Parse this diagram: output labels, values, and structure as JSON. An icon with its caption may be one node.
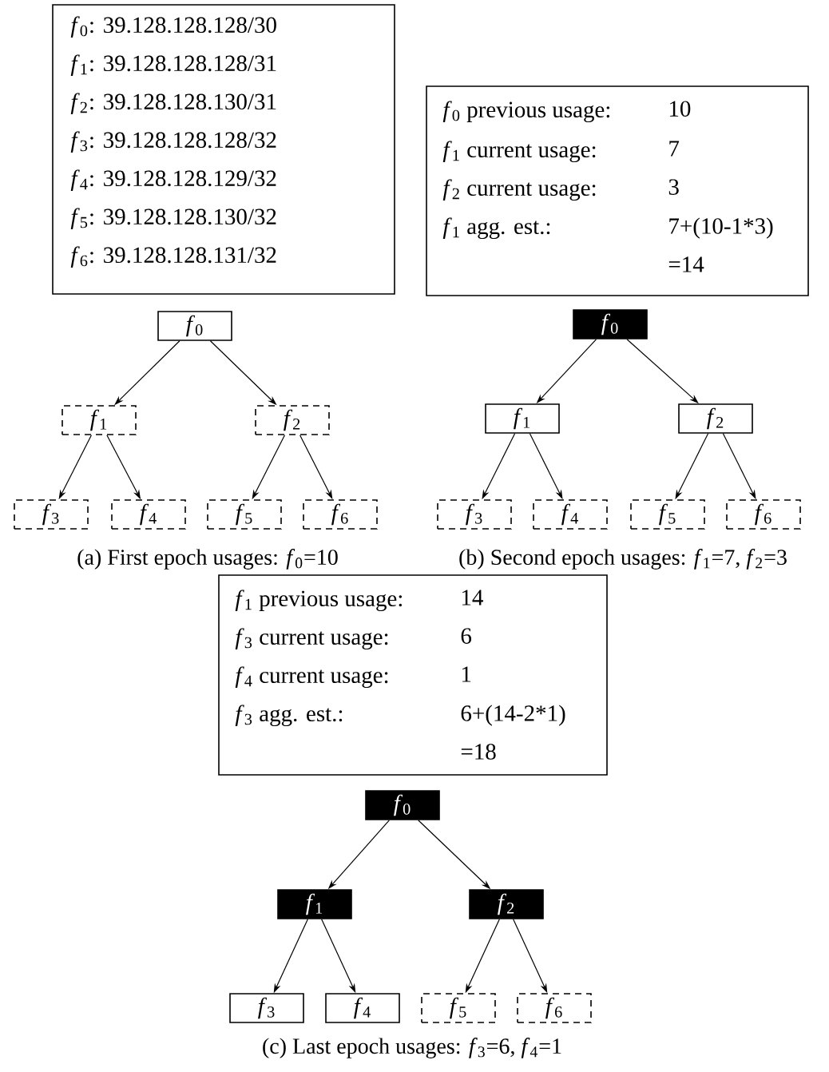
{
  "diagram": {
    "nodes": [
      {
        "text": [
          "*f*$_{0}$: 39.128.128.128/30",
          "*f*$_{1}$: 39.128.128.128/31",
          "*f*$_{2}$: 39.128.128.130/31",
          "*f*$_{3}$: 39.128.128.128/32",
          "*f*$_{4}$: 39.128.128.129/32",
          "*f*$_{5}$: 39.128.128.130/32",
          "*f*$_{6}$: 39.128.128.131/32"
        ]
      },
      {
        "text": [
          "*f*$_{0}$"
        ]
      },
      {
        "text": [
          "*f*$_{1}$"
        ]
      },
      {
        "text": [
          "*f*$_{2}$"
        ]
      },
      {
        "text": [
          "*f*$_{3}$"
        ]
      },
      {
        "text": [
          "*f*$_{4}$"
        ]
      },
      {
        "text": [
          "*f*$_{5}$"
        ]
      },
      {
        "text": [
          "*f*$_{6}$"
        ]
      },
      {
        "text": [
          "*f*$_{0}$ previous usage:",
          "10",
          "*f*$_{1}$ current usage:",
          "7",
          "*f*$_{2}$ current usage:",
          "3",
          "*f*$_{1}$ agg. est.:",
          "7+(10-1*3) =14"
        ]
      },
      {
        "text": [
          "*f*$_{0}$"
        ]
      },
      {
        "text": [
          "*f*$_{1}$"
        ]
      },
      {
        "text": [
          "*f*$_{2}$"
        ]
      },
      {
        "text": [
          "*f*$_{3}$"
        ]
      },
      {
        "text": [
          "*f*$_{4}$"
        ]
      },
      {
        "text": [
          "*f*$_{5}$"
        ]
      },
      {
        "text": [
          "*f*$_{6}$"
        ]
      },
      {
        "text": [
          "*f*$_{1}$ previous usage:",
          "14",
          "*f*$_{3}$ current usage:",
          "6",
          "*f*$_{4}$ current usage:",
          "1",
          "*f*$_{3}$ agg. est.:",
          "6+(14-2*1) =18"
        ]
      },
      {
        "text": [
          "*f*$_{0}$"
        ]
      },
      {
        "text": [
          "*f*$_{1}$"
        ]
      },
      {
        "text": [
          "*f*$_{2}$"
        ]
      },
      {
        "text": [
          "*f*$_{3}$"
        ]
      },
      {
        "text": [
          "*f*$_{4}$"
        ]
      },
      {
        "text": [
          "*f*$_{5}$"
        ]
      },
      {
        "text": [
          "*f*$_{6}$"
        ]
      }
    ],
    "edges": [
      {
        "from": 1,
        "to": 2,
        "arrow": "to"
      },
      {
        "from": 1,
        "to": 3,
        "arrow": "to"
      },
      {
        "from": 2,
        "to": 4,
        "arrow": "to"
      },
      {
        "from": 2,
        "to": 5,
        "arrow": "to"
      },
      {
        "from": 3,
        "to": 6,
        "arrow": "to"
      },
      {
        "from": 3,
        "to": 7,
        "arrow": "to"
      },
      {
        "from": 9,
        "to": 10,
        "arrow": "to"
      },
      {
        "from": 9,
        "to": 11,
        "arrow": "to"
      },
      {
        "from": 10,
        "to": 12,
        "arrow": "to"
      },
      {
        "from": 10,
        "to": 13,
        "arrow": "to"
      },
      {
        "from": 11,
        "to": 14,
        "arrow": "to"
      },
      {
        "from": 11,
        "to": 15,
        "arrow": "to"
      },
      {
        "from": 17,
        "to": 18,
        "arrow": "to"
      },
      {
        "from": 17,
        "to": 19,
        "arrow": "to"
      },
      {
        "from": 18,
        "to": 20,
        "arrow": "to"
      },
      {
        "from": 18,
        "to": 21,
        "arrow": "to"
      },
      {
        "from": 19,
        "to": 22,
        "arrow": "to"
      },
      {
        "from": 19,
        "to": 23,
        "arrow": "to"
      }
    ],
    "labels": [
      "(a) First epoch usages: *f*$_{0}$=10",
      "(b) Second epoch usages: *f*$_{1}$=7, *f*$_{2}$=3",
      "(c) Last epoch usages: *f*$_{3}$=6, *f*$_{4}$=1"
    ]
  }
}
